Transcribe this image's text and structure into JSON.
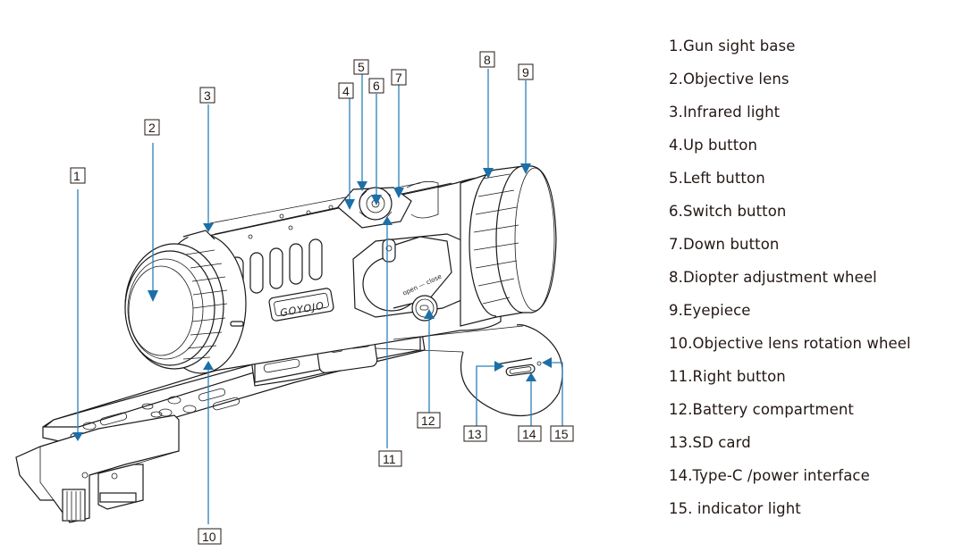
{
  "diagram": {
    "title": "Thermal riflescope parts diagram",
    "brand_mark": "GOYOJO",
    "battery_cap_text": "open — close",
    "accent_color": "#2b80b9",
    "callouts": [
      {
        "number": "1",
        "label": "Gun sight base"
      },
      {
        "number": "2",
        "label": "Objective lens"
      },
      {
        "number": "3",
        "label": "Infrared light"
      },
      {
        "number": "4",
        "label": "Up button"
      },
      {
        "number": "5",
        "label": "Left button"
      },
      {
        "number": "6",
        "label": "Switch button"
      },
      {
        "number": "7",
        "label": "Down button"
      },
      {
        "number": "8",
        "label": "Diopter adjustment wheel"
      },
      {
        "number": "9",
        "label": "Eyepiece"
      },
      {
        "number": "10",
        "label": "Objective lens rotation wheel"
      },
      {
        "number": "11",
        "label": "Right button"
      },
      {
        "number": "12",
        "label": "Battery compartment"
      },
      {
        "number": "13",
        "label": "SD card"
      },
      {
        "number": "14",
        "label": "Type-C /power interface"
      },
      {
        "number": "15",
        "label": "indicator light"
      }
    ]
  },
  "legend": {
    "items": [
      "1.Gun sight base",
      "2.Objective lens",
      "3.Infrared light",
      "4.Up button",
      "5.Left button",
      "6.Switch button",
      "7.Down button",
      "8.Diopter adjustment wheel",
      "9.Eyepiece",
      "10.Objective lens rotation wheel",
      "11.Right button",
      "12.Battery compartment",
      "13.SD card",
      "14.Type-C /power interface",
      "15. indicator light"
    ]
  }
}
